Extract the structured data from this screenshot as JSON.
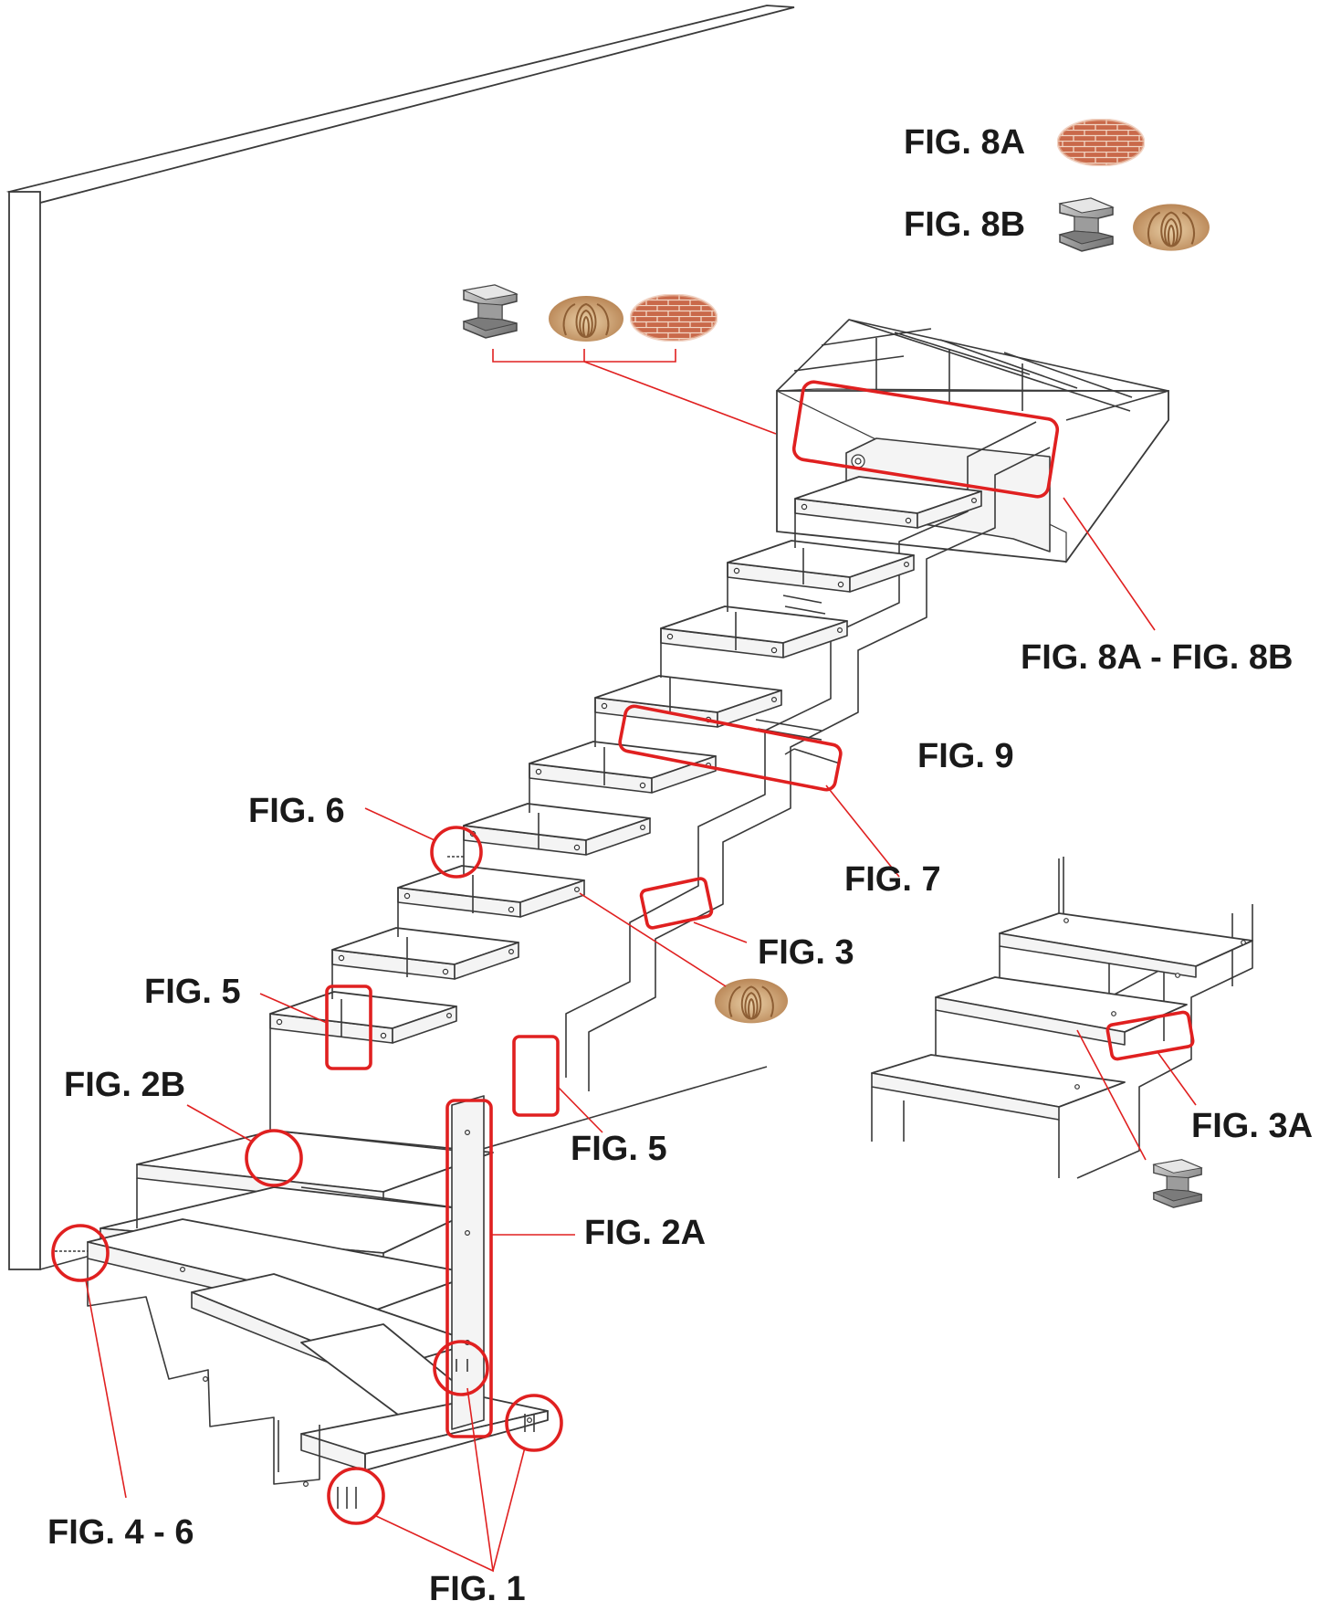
{
  "labels": {
    "fig_8a_legend": "FIG. 8A",
    "fig_8b_legend": "FIG. 8B",
    "fig_8a_8b": "FIG. 8A - FIG. 8B",
    "fig_9": "FIG. 9",
    "fig_6": "FIG. 6",
    "fig_7": "FIG. 7",
    "fig_3": "FIG. 3",
    "fig_5_left": "FIG. 5",
    "fig_5_right": "FIG. 5",
    "fig_2b": "FIG. 2B",
    "fig_2a": "FIG. 2A",
    "fig_3a": "FIG. 3A",
    "fig_4_6": "FIG. 4 - 6",
    "fig_1": "FIG. 1"
  },
  "materials": {
    "brick": {
      "icon": "brick-wall-icon",
      "color": "#c0643f"
    },
    "wood": {
      "icon": "wood-grain-icon",
      "color": "#c89a68"
    },
    "steel_beam": {
      "icon": "steel-i-beam-icon",
      "color": "#8a8a8a"
    }
  },
  "colors": {
    "callout": "#e02020",
    "linework": "#3a3a3a",
    "label_text": "#1a1a1a"
  }
}
